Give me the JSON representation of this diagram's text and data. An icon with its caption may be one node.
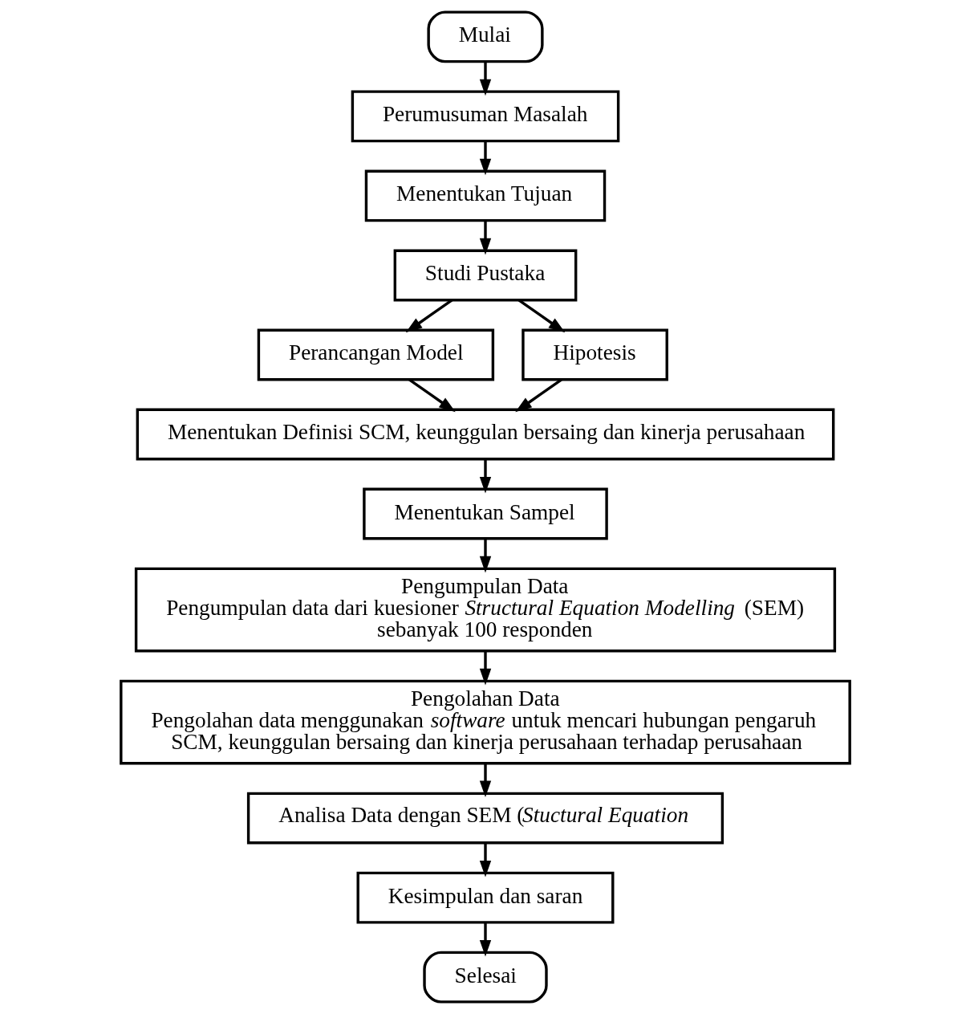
{
  "diagram": {
    "nodes": [
      {
        "text": [
          "Mulai"
        ]
      },
      {
        "text": [
          "Perumusuman Masalah"
        ]
      },
      {
        "text": [
          "Menentukan Tujuan"
        ]
      },
      {
        "text": [
          "Studi Pustaka"
        ]
      },
      {
        "text": [
          "Perancangan Model"
        ]
      },
      {
        "text": [
          "Hipotesis"
        ]
      },
      {
        "text": [
          "Menentukan Definisi SCM, keunggulan bersaing dan kinerja perusahaan"
        ]
      },
      {
        "text": [
          "Menentukan Sampel"
        ]
      },
      {
        "text": [
          "Pengumpulan Data",
          "Pengumpulan data dari kuesioner *Structural Equation Modelling* (SEM) sebanyak 100 responden"
        ]
      },
      {
        "text": [
          "Pengolahan Data",
          "Pengolahan data menggunakan *software* untuk mencari hubungan pengaruh SCM, keunggulan bersaing dan kinerja perusahaan terhadap perusahaan"
        ]
      },
      {
        "text": [
          "Analisa Data dengan SEM (*Stuctural Equation*"
        ]
      },
      {
        "text": [
          "Kesimpulan dan saran"
        ]
      },
      {
        "text": [
          "Selesai"
        ]
      }
    ],
    "edges": [
      {
        "from": 0,
        "to": 1,
        "arrow": "to"
      },
      {
        "from": 1,
        "to": 2,
        "arrow": "to"
      },
      {
        "from": 2,
        "to": 3,
        "arrow": "to"
      },
      {
        "from": 3,
        "to": 4,
        "arrow": "to"
      },
      {
        "from": 3,
        "to": 5,
        "arrow": "to"
      },
      {
        "from": 4,
        "to": 6,
        "arrow": "to"
      },
      {
        "from": 5,
        "to": 6,
        "arrow": "to"
      },
      {
        "from": 6,
        "to": 7,
        "arrow": "to"
      },
      {
        "from": 7,
        "to": 8,
        "arrow": "to"
      },
      {
        "from": 8,
        "to": 9,
        "arrow": "to"
      },
      {
        "from": 9,
        "to": 10,
        "arrow": "to"
      },
      {
        "from": 10,
        "to": 11,
        "arrow": "to"
      },
      {
        "from": 11,
        "to": 12,
        "arrow": "to"
      }
    ]
  }
}
